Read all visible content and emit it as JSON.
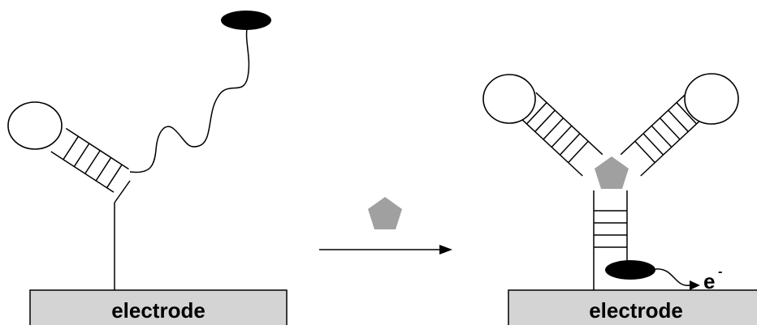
{
  "left_panel": {
    "electrode_label": "electrode"
  },
  "right_panel": {
    "electrode_label": "electrode",
    "electron_label": "e",
    "electron_charge": "-"
  },
  "colors": {
    "electrode_fill": "#d4d4d4",
    "stroke": "#000000",
    "target_fill": "#a0a0a0",
    "redox_tag_fill": "#000000",
    "background": "#ffffff"
  },
  "icons": {
    "target": "pentagon",
    "redox_tag": "ellipse",
    "reaction_arrow": "arrow-right",
    "electron_transfer": "curved-arrow"
  }
}
